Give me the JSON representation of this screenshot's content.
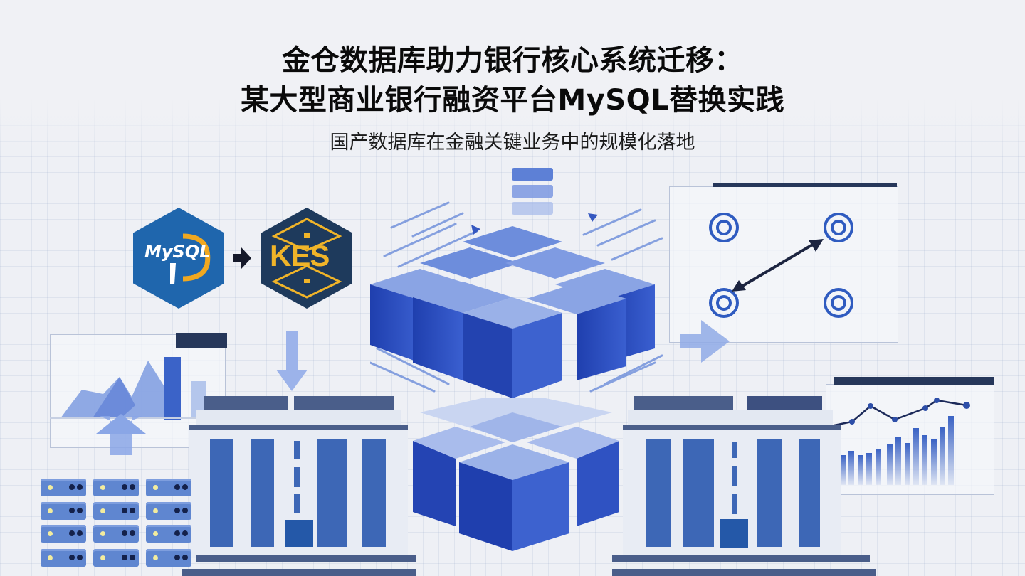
{
  "header": {
    "title_line1": "金仓数据库助力银行核心系统迁移：",
    "title_line2": "某大型商业银行融资平台MySQL替换实践",
    "subtitle": "国产数据库在金融关键业务中的规模化落地"
  },
  "logos": {
    "source": {
      "label": "MySQL",
      "color": "#1f66ad"
    },
    "target": {
      "label": "KES",
      "color": "#1e3a5c",
      "text_color": "#f0b429"
    },
    "migration_arrow": "arrow-right-icon"
  },
  "colors": {
    "background": "#eef0f5",
    "primary_blue": "#2f4fb8",
    "dark_navy": "#26375a",
    "light_blue": "#8fa9e0"
  },
  "illustration": {
    "left_chart": "area-and-bar-chart-icon",
    "right_chart": "line-and-bar-chart-icon",
    "network_panel": "node-network-icon",
    "center": "cube-cluster-icon",
    "top_stack": "database-stack-icon",
    "buildings": [
      "bank-building-left-icon",
      "bank-building-right-icon"
    ],
    "server_rack": {
      "rows": 4,
      "cols": 3
    }
  }
}
